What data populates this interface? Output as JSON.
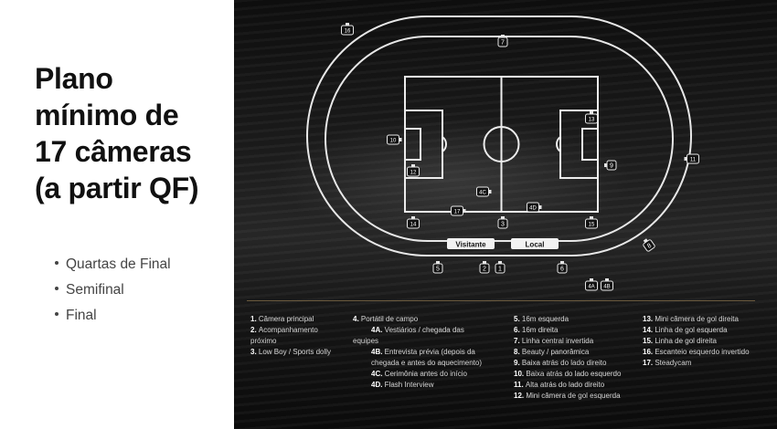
{
  "title_lines": [
    "Plano",
    "mínimo de",
    "17 câmeras",
    "(a partir QF)"
  ],
  "bullets": [
    "Quartas de Final",
    "Semifinal",
    "Final"
  ],
  "diagram": {
    "visitante_label": "Visitante",
    "local_label": "Local",
    "cameras": [
      {
        "label": "16",
        "dir": "down"
      },
      {
        "label": "7",
        "dir": "down"
      },
      {
        "label": "10",
        "dir": "right"
      },
      {
        "label": "12",
        "dir": "up"
      },
      {
        "label": "13",
        "dir": "down"
      },
      {
        "label": "9",
        "dir": "left"
      },
      {
        "label": "11",
        "dir": "left"
      },
      {
        "label": "4C",
        "dir": "right"
      },
      {
        "label": "4D",
        "dir": "right"
      },
      {
        "label": "17",
        "dir": "right"
      },
      {
        "label": "14",
        "dir": "up"
      },
      {
        "label": "3",
        "dir": "up"
      },
      {
        "label": "15",
        "dir": "up"
      },
      {
        "label": "8",
        "dir": "up"
      },
      {
        "label": "5",
        "dir": "up"
      },
      {
        "label": "2",
        "dir": "up"
      },
      {
        "label": "1",
        "dir": "up"
      },
      {
        "label": "6",
        "dir": "up"
      },
      {
        "label": "4A",
        "dir": "up"
      },
      {
        "label": "4B",
        "dir": "up"
      }
    ]
  },
  "legend": {
    "col1": [
      {
        "num": "1.",
        "text": "Câmera principal",
        "sub": false
      },
      {
        "num": "2.",
        "text": "Acompanhamento",
        "sub": false
      },
      {
        "num": "",
        "text": "próximo",
        "sub": false
      },
      {
        "num": "3.",
        "text": "Low Boy / Sports dolly",
        "sub": false
      }
    ],
    "col2": [
      {
        "num": "4.",
        "text": "Portátil de campo",
        "sub": false
      },
      {
        "num": "4A.",
        "text": "Vestiários / chegada das",
        "sub": true
      },
      {
        "num": "",
        "text": "equipes",
        "sub": false
      },
      {
        "num": "4B.",
        "text": "Entrevista prévia (depois da",
        "sub": true
      },
      {
        "num": "",
        "text": "chegada e antes do aquecimento)",
        "sub": true
      },
      {
        "num": "4C.",
        "text": "Cerimônia antes do início",
        "sub": true
      },
      {
        "num": "4D.",
        "text": "Flash Interview",
        "sub": true
      }
    ],
    "col3": [
      {
        "num": "5.",
        "text": "16m esquerda",
        "sub": false
      },
      {
        "num": "6.",
        "text": "16m direita",
        "sub": false
      },
      {
        "num": "7.",
        "text": "Linha central invertida",
        "sub": false
      },
      {
        "num": "8.",
        "text": "Beauty / panorâmica",
        "sub": false
      },
      {
        "num": "9.",
        "text": "Baixa atrás do lado direito",
        "sub": false
      },
      {
        "num": "10.",
        "text": "Baixa atrás do lado esquerdo",
        "sub": false
      },
      {
        "num": "11.",
        "text": "Alta atrás do lado direito",
        "sub": false
      },
      {
        "num": "12.",
        "text": "Mini câmera de gol esquerda",
        "sub": false
      }
    ],
    "col4": [
      {
        "num": "13.",
        "text": "Mini câmera de gol direita",
        "sub": false
      },
      {
        "num": "14.",
        "text": "Linha de gol esquerda",
        "sub": false
      },
      {
        "num": "15.",
        "text": "Linha de gol direita",
        "sub": false
      },
      {
        "num": "16.",
        "text": "Escanteio esquerdo invertido",
        "sub": false
      },
      {
        "num": "17.",
        "text": "Steadycam",
        "sub": false
      }
    ]
  }
}
